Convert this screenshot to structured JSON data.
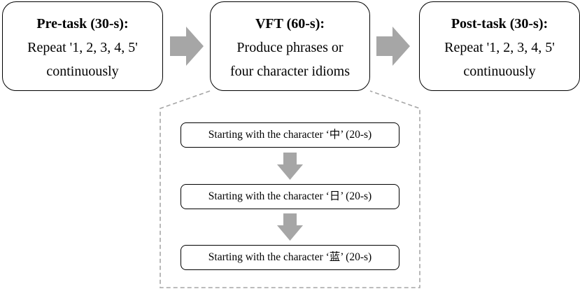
{
  "pre_task": {
    "title": "Pre-task (30-s):",
    "line1": "Repeat '1, 2, 3, 4, 5'",
    "line2": "continuously"
  },
  "vft": {
    "title": "VFT (60-s):",
    "line1": "Produce phrases or",
    "line2": "four character idioms"
  },
  "post_task": {
    "title": "Post-task (30-s):",
    "line1": "Repeat '1, 2, 3, 4, 5'",
    "line2": "continuously"
  },
  "vft_steps": [
    {
      "label": "Starting with the character ‘中’ (20-s)"
    },
    {
      "label": "Starting with the character ‘日’ (20-s)"
    },
    {
      "label": "Starting with the character ‘蓝’ (20-s)"
    }
  ],
  "colors": {
    "arrow": "#a6a6a6",
    "dashed_outline": "#a6a6a6",
    "box_border": "#000000"
  }
}
